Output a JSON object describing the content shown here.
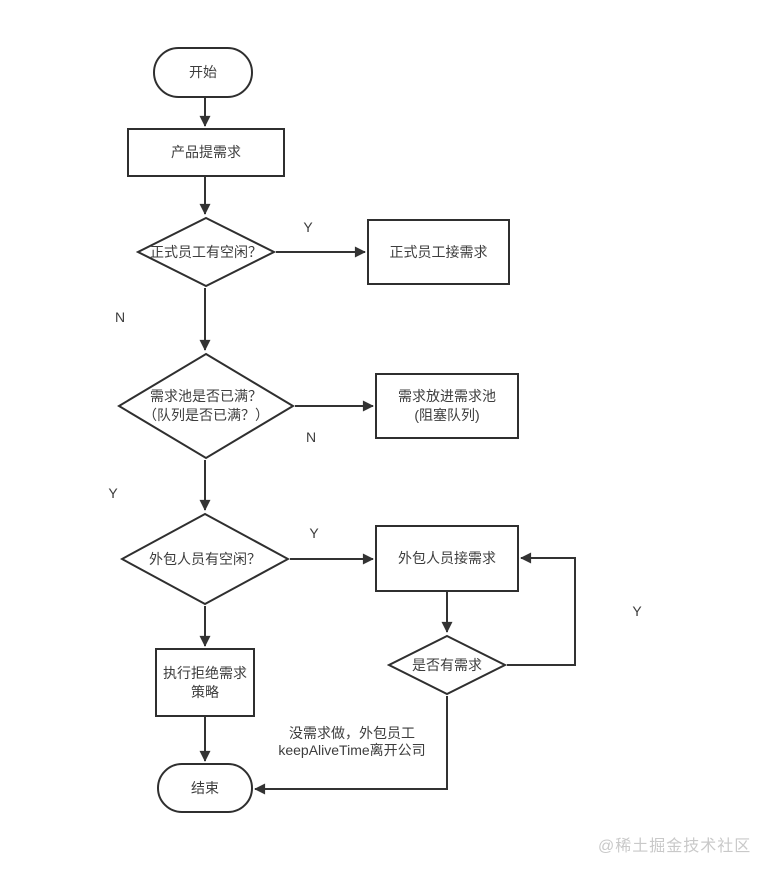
{
  "flow": {
    "nodes": {
      "start": "开始",
      "product": "产品提需求",
      "formal_free": "正式员工有空闲？",
      "formal_take": "正式员工接需求",
      "pool_full_line1": "需求池是否已满？",
      "pool_full_line2": "（队列是否已满？）",
      "pool_put_line1": "需求放进需求池",
      "pool_put_line2": "(阻塞队列)",
      "outsource_free": "外包人员有空闲？",
      "outsource_take": "外包人员接需求",
      "has_demand": "是否有需求",
      "reject_line1": "执行拒绝需求",
      "reject_line2": "策略",
      "end": "结束"
    },
    "edge_labels": {
      "formal_free_yes": "Y",
      "formal_free_no": "N",
      "pool_full_no": "N",
      "pool_full_yes": "Y",
      "outsource_free_yes": "Y",
      "has_demand_yes": "Y"
    },
    "note": {
      "line1": "没需求做，外包员工",
      "line2": "keepAliveTime离开公司"
    },
    "colors": {
      "line": "#333333",
      "text": "#3d3d3d",
      "watermark": "#c9c9c9",
      "background": "#ffffff"
    }
  },
  "watermark": "@稀土掘金技术社区"
}
